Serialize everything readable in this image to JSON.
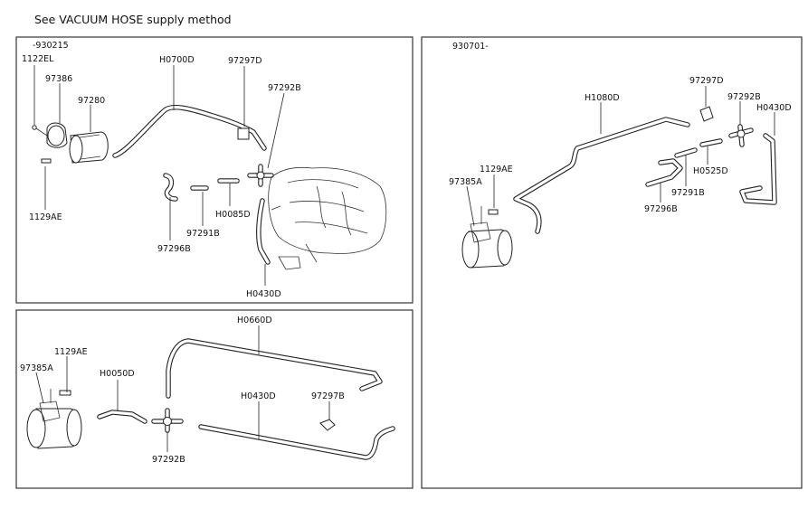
{
  "header": {
    "note": "See VACUUM HOSE supply method"
  },
  "panel_a": {
    "range": "-930215",
    "labels": {
      "p1122el": "1122EL",
      "p97386": "97386",
      "p97280": "97280",
      "p1129ae": "1129AE",
      "h0700d": "H0700D",
      "p97297d": "97297D",
      "p97292b": "97292B",
      "h0085d": "H0085D",
      "p97291b": "97291B",
      "p97296b": "97296B",
      "h0430d": "H0430D"
    }
  },
  "panel_b": {
    "labels": {
      "p1129ae": "1129AE",
      "p97385a": "97385A",
      "h0050d": "H0050D",
      "h0660d": "H0660D",
      "h0430d": "H0430D",
      "p97297b": "97297B",
      "p97292b": "97292B"
    }
  },
  "panel_c": {
    "range": "930701-",
    "labels": {
      "p97297d": "97297D",
      "p97292b": "97292B",
      "h1080d": "H1080D",
      "h0430d": "H0430D",
      "p1129ae": "1129AE",
      "p97385a": "97385A",
      "h0525d": "H0525D",
      "p97291b": "97291B",
      "p97296b": "97296B"
    }
  }
}
